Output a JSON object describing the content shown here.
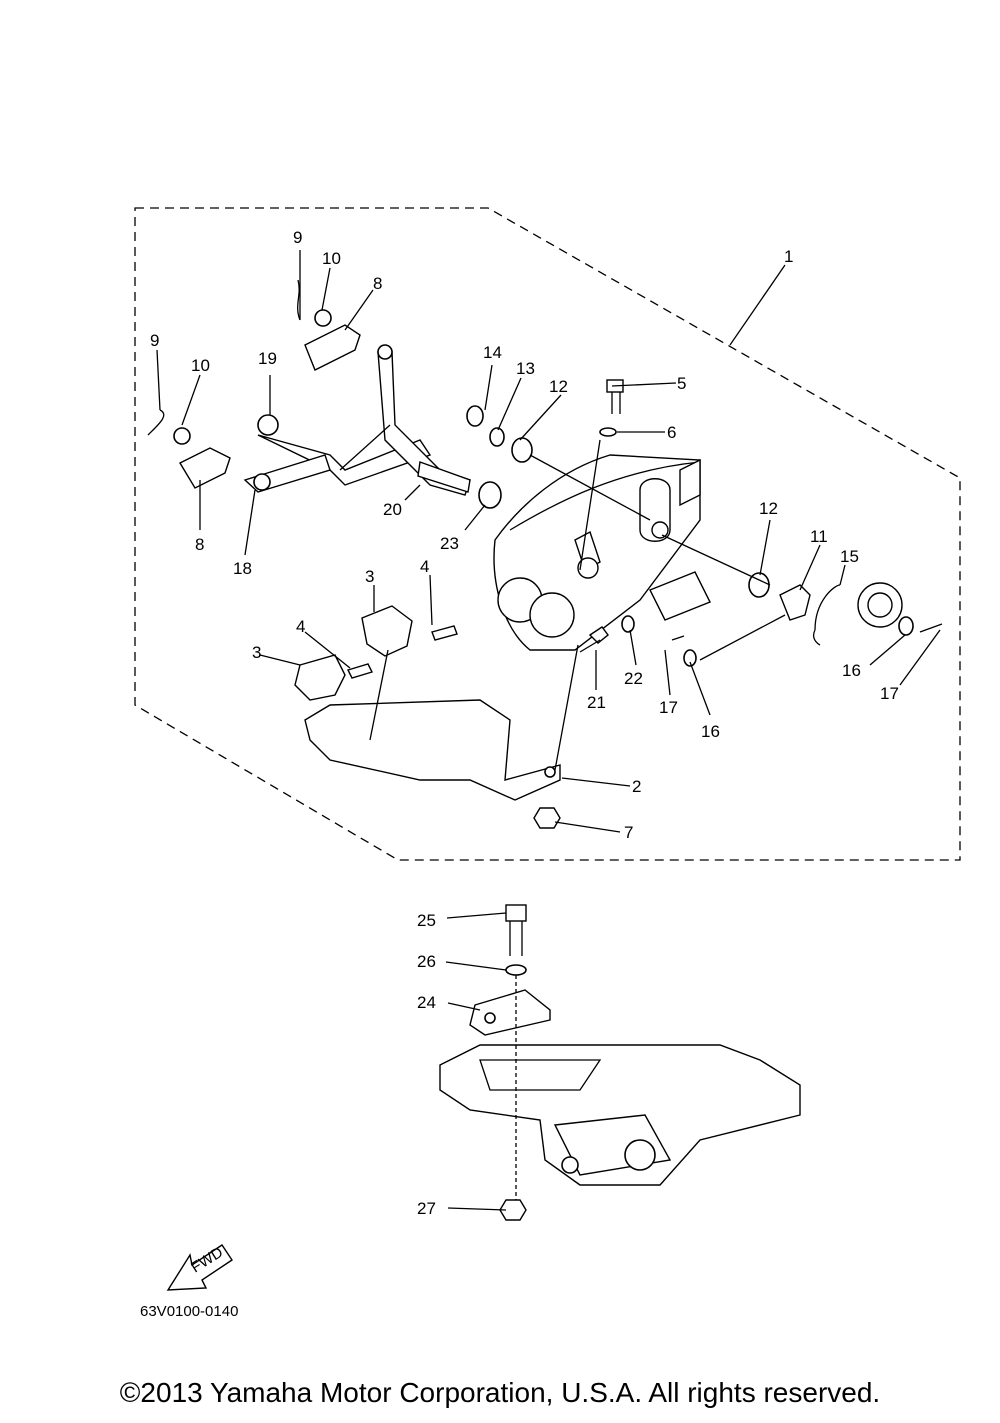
{
  "diagram": {
    "callouts": [
      "1",
      "2",
      "3",
      "3",
      "4",
      "4",
      "5",
      "6",
      "7",
      "8",
      "8",
      "9",
      "9",
      "10",
      "10",
      "11",
      "12",
      "12",
      "13",
      "14",
      "15",
      "16",
      "16",
      "17",
      "17",
      "18",
      "19",
      "20",
      "21",
      "22",
      "23",
      "24",
      "25",
      "26",
      "27"
    ],
    "fwd_label": "FWD",
    "code": "63V0100-0140"
  },
  "copyright": "©2013 Yamaha Motor Corporation, U.S.A. All rights reserved."
}
